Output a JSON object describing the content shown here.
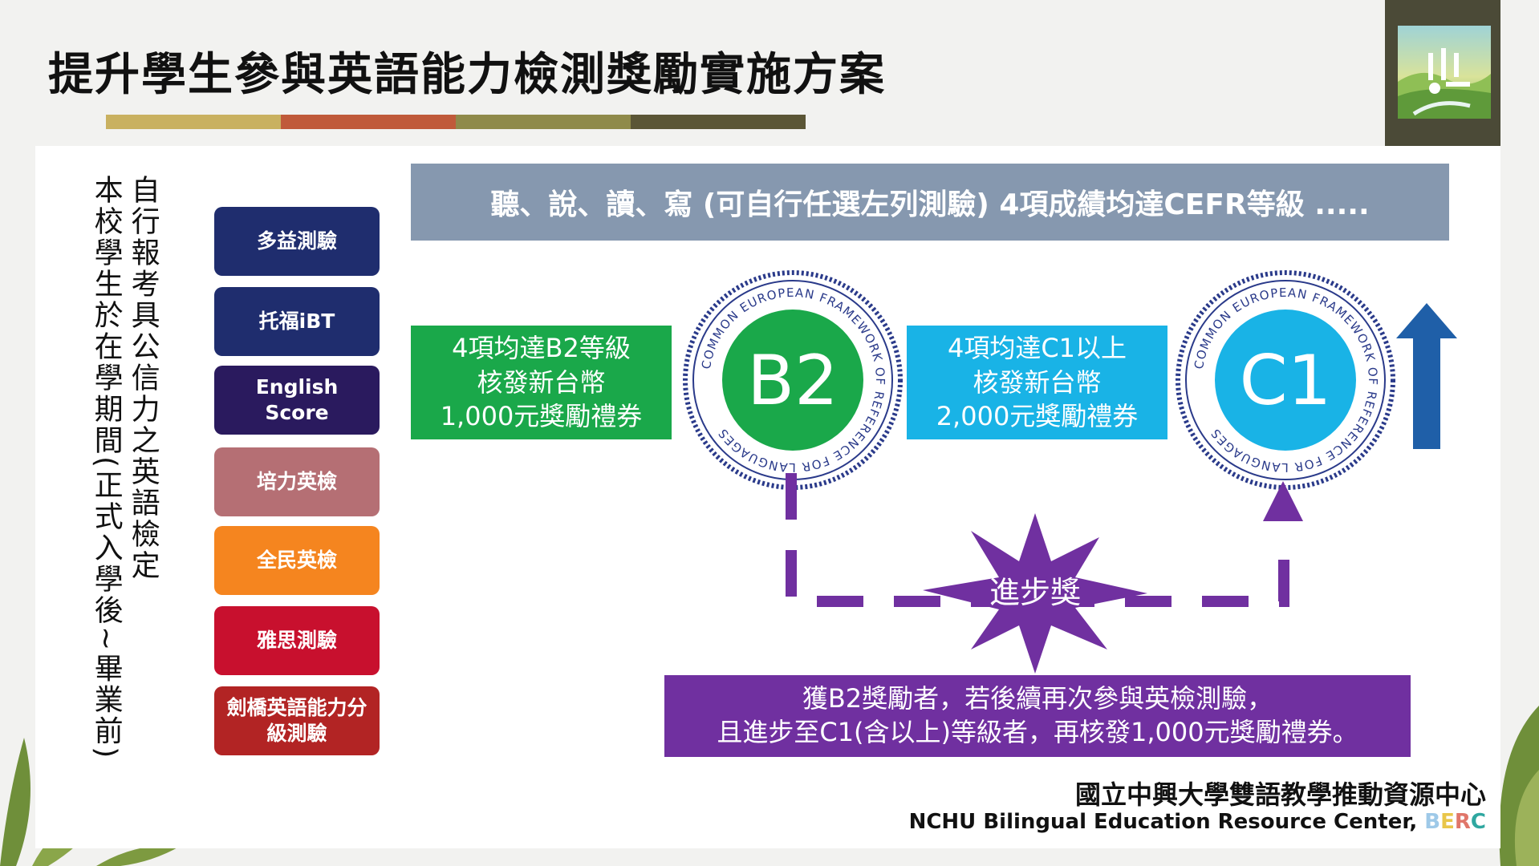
{
  "title": "提升學生參與英語能力檢測獎勵實施方案",
  "title_bar_colors": [
    "#c9b160",
    "#c05a3a",
    "#8f8a4a",
    "#5b5636"
  ],
  "left_text": {
    "line1": "自行報考具公信力之英語檢定",
    "line2": "本校學生於在學期間(正式入學後~畢業前)"
  },
  "tests": [
    {
      "label": "多益測驗",
      "color": "#1f2d6e"
    },
    {
      "label": "托福iBT",
      "color": "#1f2d6e"
    },
    {
      "label": "English Score",
      "color": "#2a1a5e"
    },
    {
      "label": "培力英檢",
      "color": "#b56f74"
    },
    {
      "label": "全民英檢",
      "color": "#f5851f"
    },
    {
      "label": "雅思測驗",
      "color": "#c8102e"
    },
    {
      "label": "劍橋英語能力分級測驗",
      "color": "#b22424"
    }
  ],
  "banner": "聽、說、讀、寫 (可自行任選左列測驗) 4項成績均達CEFR等級 .....",
  "b2_box": {
    "line1": "4項均達B2等級",
    "line2": "核發新台幣",
    "line3": "1,000元獎勵禮券",
    "color": "#1aa84a"
  },
  "c1_box": {
    "line1": "4項均達C1以上",
    "line2": "核發新台幣",
    "line3": "2,000元獎勵禮券",
    "color": "#19b3e6"
  },
  "seals": {
    "ring_text": "COMMON EUROPEAN FRAMEWORK OF REFERENCE FOR LANGUAGES",
    "b2": {
      "level": "B2",
      "color": "#1aa84a"
    },
    "c1": {
      "level": "C1",
      "color": "#19b3e6"
    }
  },
  "progress_award": "進步獎",
  "purple_note": {
    "line1": "獲B2獎勵者，若後續再次參與英檢測驗，",
    "line2": "且進步至C1(含以上)等級者，再核發1,000元獎勵禮券。"
  },
  "footer": {
    "cn": "國立中興大學雙語教學推動資源中心",
    "en_prefix": "NCHU Bilingual Education Resource Center, ",
    "berc": [
      "B",
      "E",
      "R",
      "C"
    ],
    "berc_colors": [
      "#9ec9e8",
      "#e9c64a",
      "#e0766a",
      "#2fa7a0"
    ]
  },
  "accent_purple": "#7030a0",
  "accent_arrow": "#1f5fa8"
}
